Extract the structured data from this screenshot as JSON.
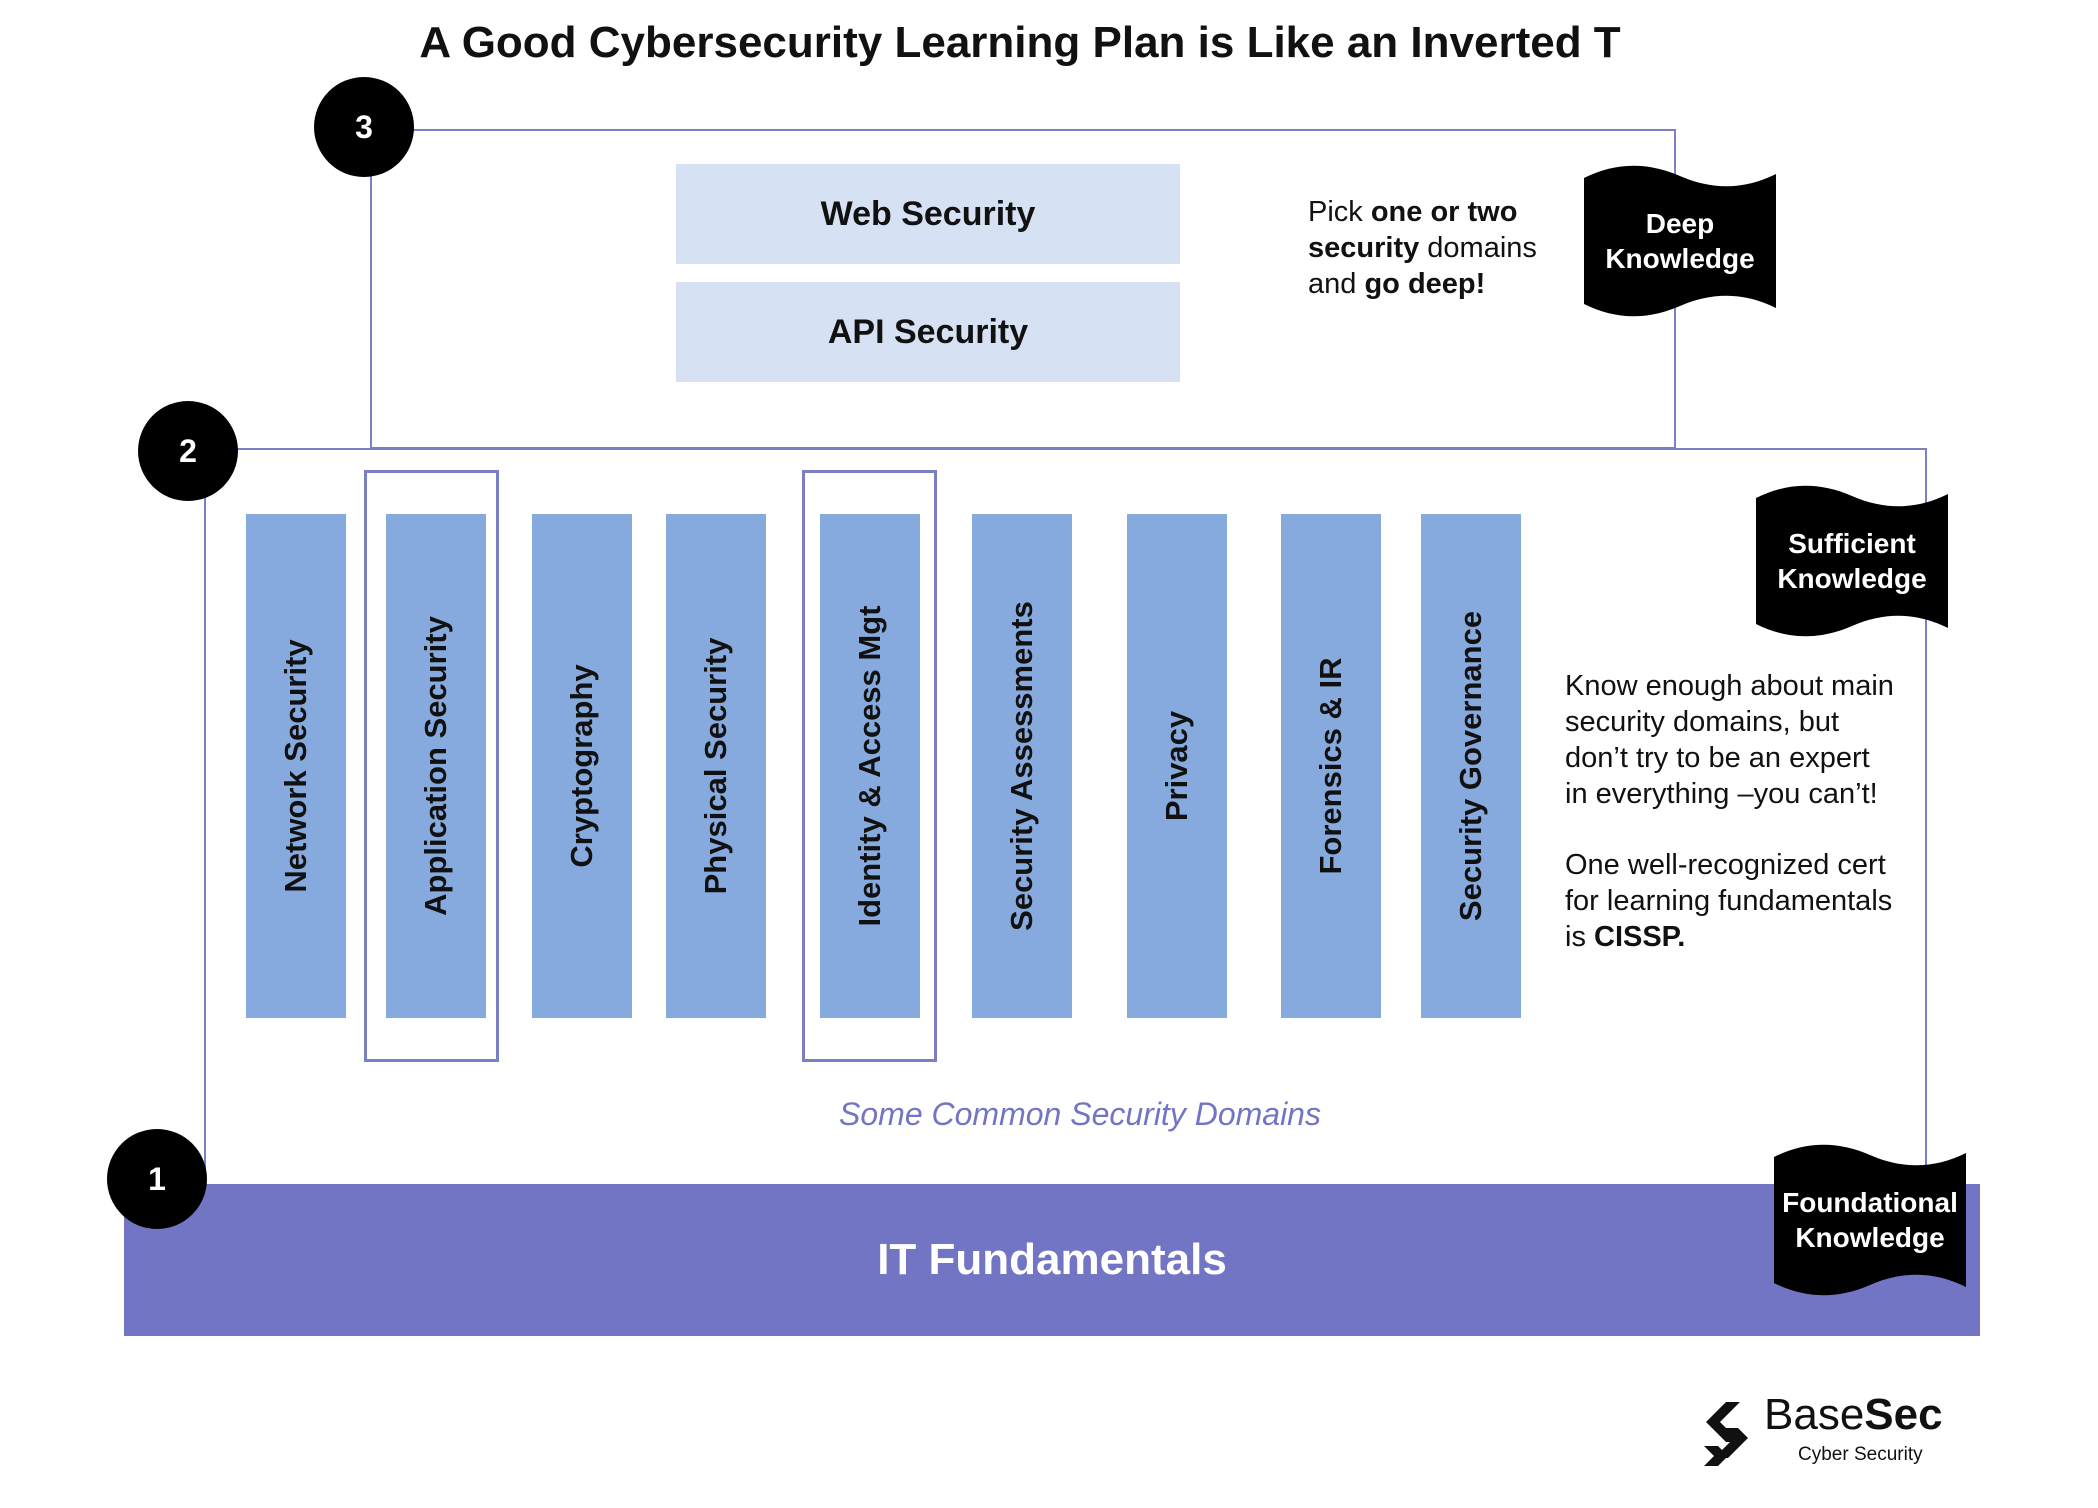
{
  "title": "A Good Cybersecurity Learning Plan is Like an Inverted T",
  "colors": {
    "frame": "#7b7fc4",
    "deep_box": "#d6e2f4",
    "domain_column": "#86aadd",
    "fundamentals_bar": "#7274c4",
    "caption_text": "#7274c4",
    "badge": "#000000"
  },
  "levels": [
    {
      "number": "3",
      "flag": "Deep Knowledge"
    },
    {
      "number": "2",
      "flag": "Sufficient Knowledge"
    },
    {
      "number": "1",
      "flag": "Foundational Knowledge"
    }
  ],
  "deep": {
    "topics": [
      "Web Security",
      "API Security"
    ],
    "note": {
      "p1": "Pick ",
      "b1": "one or two security",
      "p2": " domains and ",
      "b2": "go deep!"
    }
  },
  "domains": [
    {
      "label": "Network Security",
      "highlighted": false
    },
    {
      "label": "Application Security",
      "highlighted": true
    },
    {
      "label": "Cryptography",
      "highlighted": false
    },
    {
      "label": "Physical Security",
      "highlighted": false
    },
    {
      "label": "Identity & Access Mgt",
      "highlighted": true
    },
    {
      "label": "Security Assessments",
      "highlighted": false
    },
    {
      "label": "Privacy",
      "highlighted": false
    },
    {
      "label": "Forensics & IR",
      "highlighted": false
    },
    {
      "label": "Security Governance",
      "highlighted": false
    }
  ],
  "sufficient_note": {
    "p1": "Know enough about main security domains, but don’t try to be an expert in everything –you can’t!",
    "p2_start": "One well-recognized cert for learning fundamentals is ",
    "p2_bold": "CISSP."
  },
  "domains_caption": "Some Common Security Domains",
  "fundamentals": "IT Fundamentals",
  "logo": {
    "name_part1": "Base",
    "name_part2": "Sec",
    "tagline": "Cyber Security",
    "icon": "chevron-stack-icon"
  }
}
